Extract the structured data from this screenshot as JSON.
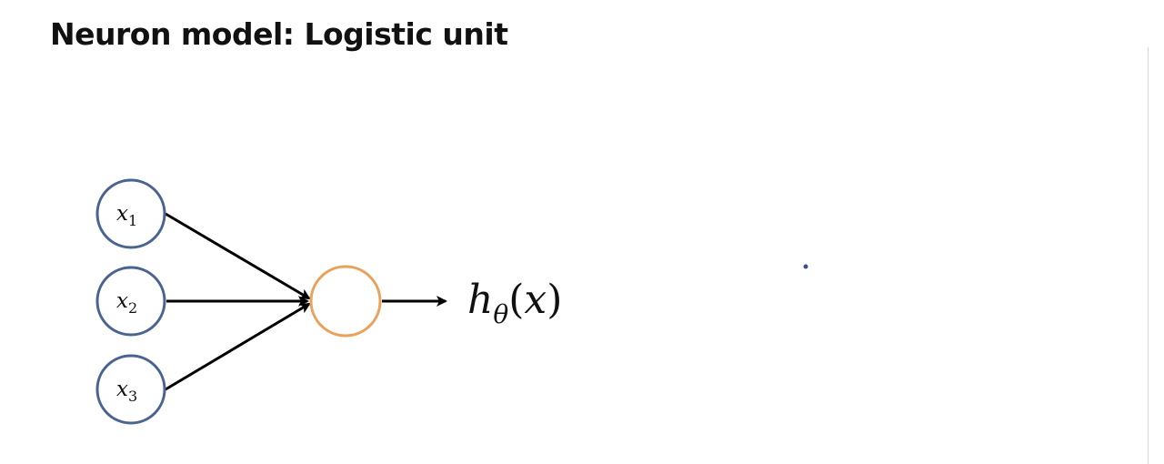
{
  "title": "Neuron model: Logistic unit",
  "diagram": {
    "inputs": [
      {
        "var": "x",
        "sub": "1"
      },
      {
        "var": "x",
        "sub": "2"
      },
      {
        "var": "x",
        "sub": "3"
      }
    ],
    "output": {
      "func": "h",
      "sub": "θ",
      "arg_open": "(",
      "arg": "x",
      "arg_close": ")"
    },
    "colors": {
      "input_node_stroke": "#4a6390",
      "unit_node_stroke": "#e8a25c",
      "edge": "#000000",
      "text": "#111111"
    }
  }
}
